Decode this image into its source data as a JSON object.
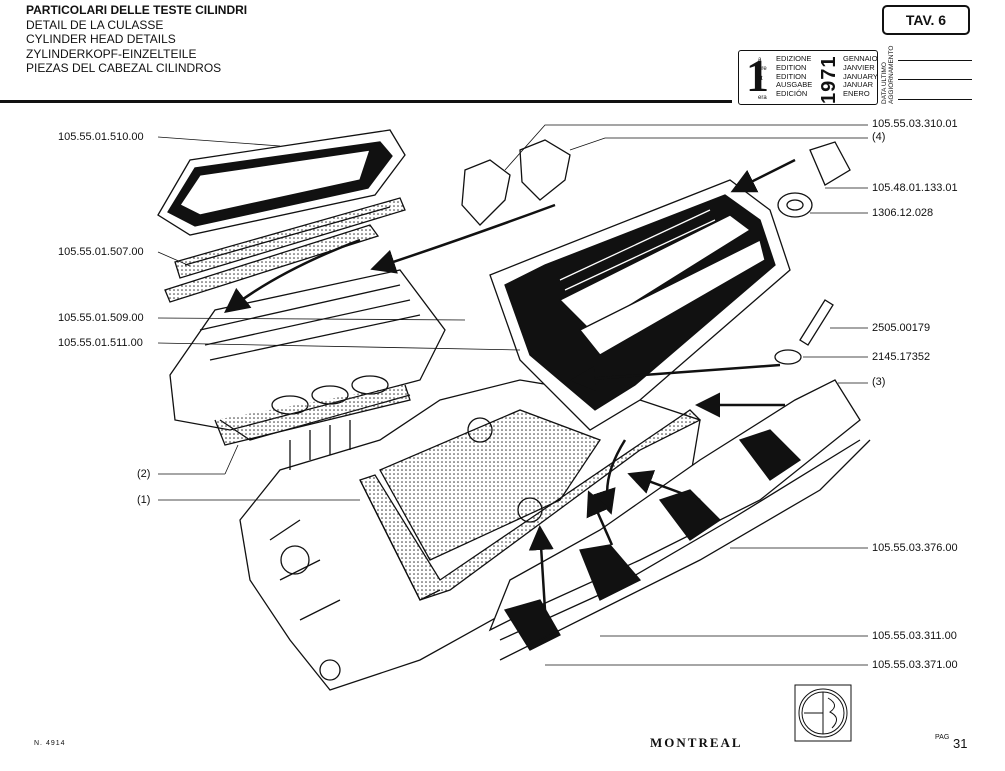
{
  "header": {
    "titles": [
      "PARTICOLARI DELLE TESTE CILINDRI",
      "DETAIL DE LA CULASSE",
      "CYLINDER HEAD DETAILS",
      "ZYLINDERKOPF-EINZELTEILE",
      "PIEZAS DEL CABEZAL CILINDROS"
    ],
    "plate": "TAV. 6"
  },
  "edition_box": {
    "number": "1",
    "suffixes": [
      "a",
      "ère",
      "st",
      ".",
      "era"
    ],
    "labels": [
      "EDIZIONE",
      "EDITION",
      "EDITION",
      "AUSGABE",
      "EDICIÓN"
    ],
    "year": "1971",
    "months": [
      "GENNAIO",
      "JANVIER",
      "JANUARY",
      "JANUAR",
      "ENERO"
    ],
    "update_label": [
      "DATA ULTIMO",
      "AGGIORNAMENTO"
    ]
  },
  "labels": {
    "l1": "105.55.01.510.00",
    "l2": "105.55.01.507.00",
    "l3": "105.55.01.509.00",
    "l4": "105.55.01.511.00",
    "l5": "(2)",
    "l6": "(1)",
    "r1": "105.55.03.310.01",
    "r1b": "(4)",
    "r2": "105.48.01.133.01",
    "r3": "1306.12.028",
    "r4": "2505.00179",
    "r5": "2145.17352",
    "r6": "(3)",
    "r7": "105.55.03.376.00",
    "r8": "105.55.03.311.00",
    "r9": "105.55.03.371.00"
  },
  "footer": {
    "code": "N. 4914",
    "brand": "MONTREAL",
    "page_label": "PAG",
    "page_number": "31"
  }
}
